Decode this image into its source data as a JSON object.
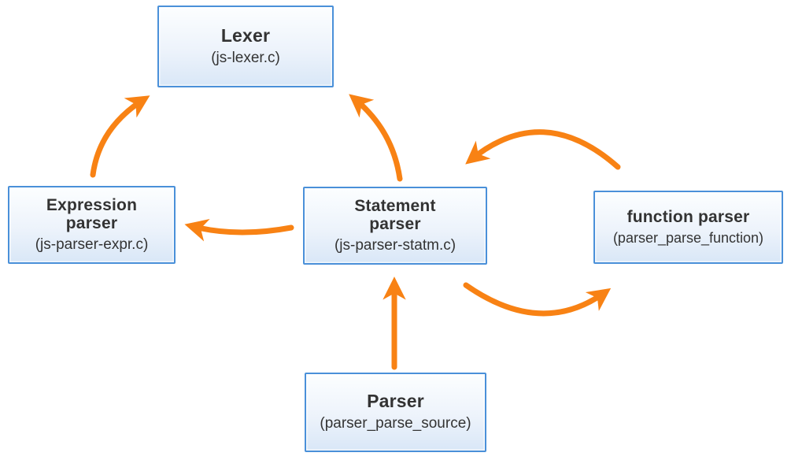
{
  "diagram": {
    "arrow_color": "#F88214",
    "box_style": {
      "border_color": "#4A90D9",
      "fill_top": "#FCFEFF",
      "fill_bottom": "#D9E7F7",
      "text_color": "#333333"
    },
    "nodes": [
      {
        "id": "lexer",
        "title": "Lexer",
        "subtitle": "(js-lexer.c)"
      },
      {
        "id": "expression-parser",
        "title": "Expression parser",
        "subtitle": "(js-parser-expr.c)"
      },
      {
        "id": "statement-parser",
        "title": "Statement parser",
        "subtitle": "(js-parser-statm.c)"
      },
      {
        "id": "function-parser",
        "title": "function parser",
        "subtitle": "(parser_parse_function)"
      },
      {
        "id": "parser",
        "title": "Parser",
        "subtitle": "(parser_parse_source)"
      }
    ],
    "edges": [
      {
        "from": "expression-parser",
        "to": "lexer"
      },
      {
        "from": "statement-parser",
        "to": "lexer"
      },
      {
        "from": "statement-parser",
        "to": "expression-parser"
      },
      {
        "from": "function-parser",
        "to": "statement-parser"
      },
      {
        "from": "statement-parser",
        "to": "function-parser"
      },
      {
        "from": "parser",
        "to": "statement-parser"
      }
    ]
  }
}
